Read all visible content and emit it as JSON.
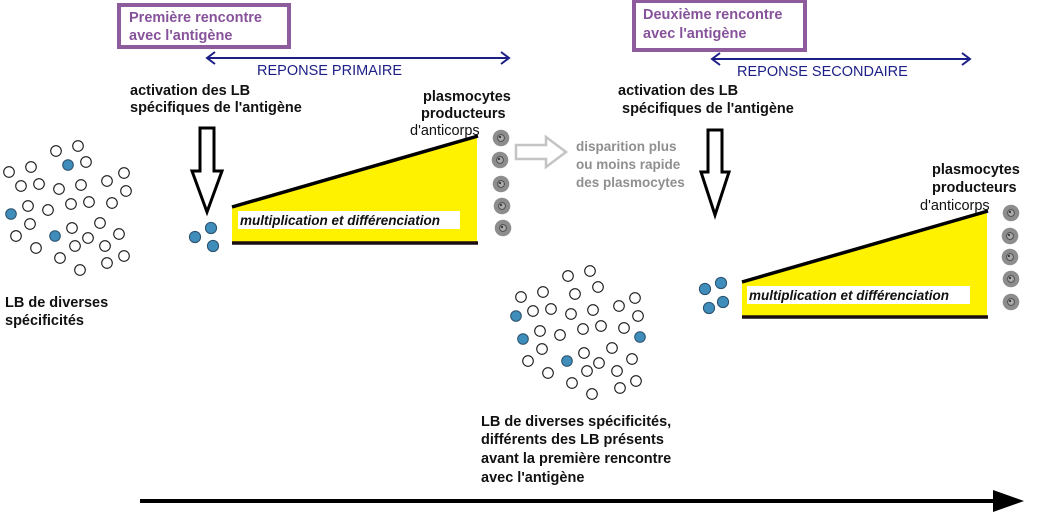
{
  "colors": {
    "activated_lb": "#3f8dbb",
    "trapezoid_fill": "#fff200",
    "purple_border": "#8e5b9d",
    "navy_text": "#1c1f86",
    "plasmocyte": "#8d8d8d"
  },
  "first_encounter": {
    "title_line1": "Première rencontre",
    "title_line2": "avec l'antigène"
  },
  "second_encounter": {
    "title_line1": "Deuxième rencontre",
    "title_line2": "avec l'antigène"
  },
  "primary_response": {
    "label": "REPONSE PRIMAIRE",
    "activation_line1": "activation des LB",
    "activation_line2": "spécifiques de l'antigène",
    "process_label": "multiplication et différenciation",
    "plasmocytes_line1": "plasmocytes",
    "plasmocytes_line2": "producteurs",
    "plasmocytes_line3": "d'anticorps",
    "plasmocyte_count": 5,
    "activated_lb_count": 3
  },
  "secondary_response": {
    "label": "REPONSE SECONDAIRE",
    "activation_line1": "activation des LB",
    "activation_line2": "spécifiques de l'antigène",
    "process_label": "multiplication et différenciation",
    "plasmocytes_line1": "plasmocytes",
    "plasmocytes_line2": "producteurs",
    "plasmocytes_line3": "d'anticorps",
    "plasmocyte_count": 5,
    "activated_lb_count": 4
  },
  "plasmocyte_disappearance": {
    "line1": "disparition plus",
    "line2": "ou moins rapide",
    "line3": "des plasmocytes"
  },
  "initial_lb_pool": {
    "label_line1": "LB de diverses",
    "label_line2": "spécificités",
    "total_cells": 33,
    "specific_cells": 3
  },
  "new_lb_pool": {
    "label_line1": "LB de diverses spécificités,",
    "label_line2": "différents des LB présents",
    "label_line3": "avant la première rencontre",
    "label_line4": "avec l'antigène",
    "total_cells": 35,
    "specific_cells": 4
  },
  "timeline": {
    "icon": "arrow-right-icon"
  }
}
